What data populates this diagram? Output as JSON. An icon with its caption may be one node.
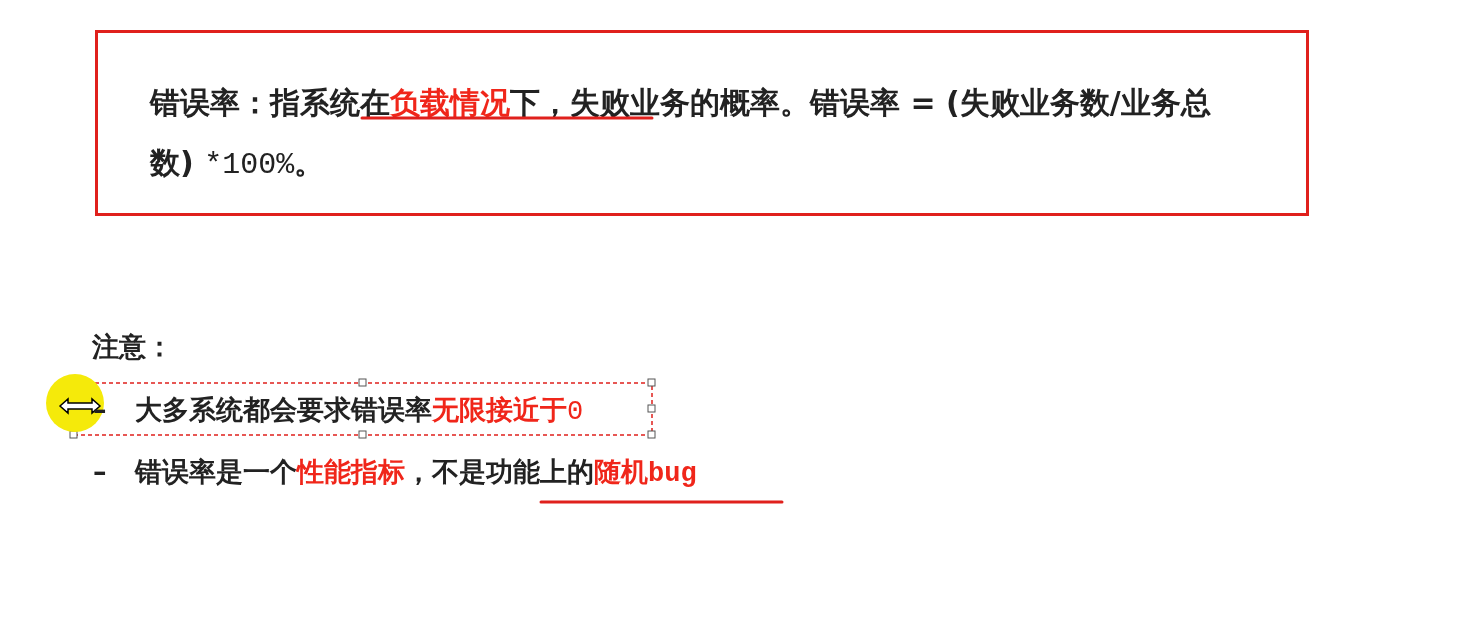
{
  "diagram": {
    "nodes": [
      {
        "text": [
          "错误率：指系统在",
          "负载情况",
          "下，失败业务的概率。错误率 = (失败业务数/业务总数) ",
          "*100%",
          "。"
        ]
      }
    ],
    "edges": [],
    "labels": [
      "注意：",
      "–",
      "大多系统都会要求错误率",
      "无限接近于",
      "0",
      "–",
      "错误率是一个",
      "性能指标",
      "，不是功能上的",
      "随机",
      "bug"
    ]
  }
}
